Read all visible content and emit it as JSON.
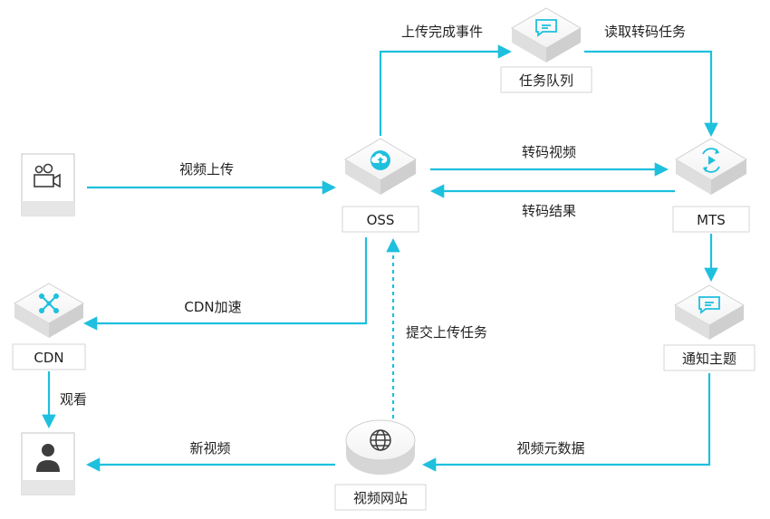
{
  "nodes": {
    "camera": {
      "icon": "video-camera-icon"
    },
    "oss": {
      "label": "OSS",
      "icon": "cloud-upload-icon"
    },
    "queue": {
      "label": "任务队列",
      "icon": "message-queue-icon"
    },
    "mts": {
      "label": "MTS",
      "icon": "transcode-refresh-icon"
    },
    "topic": {
      "label": "通知主题",
      "icon": "message-queue-icon"
    },
    "cdn": {
      "label": "CDN",
      "icon": "network-nodes-icon"
    },
    "website": {
      "label": "视频网站",
      "icon": "globe-icon"
    },
    "user": {
      "icon": "user-icon"
    }
  },
  "edges": {
    "upload_video": "视频上传",
    "upload_done_event": "上传完成事件",
    "read_task": "读取转码任务",
    "transcode_video": "转码视频",
    "transcode_result": "转码结果",
    "cdn_accel": "CDN加速",
    "submit_upload_task": "提交上传任务",
    "watch": "观看",
    "video_metadata": "视频元数据",
    "new_video": "新视频"
  },
  "colors": {
    "arrow": "#1ec0de",
    "node_face": "#ffffff",
    "node_side": "#dcdcdc",
    "icon_accent": "#1ec0de",
    "icon_dark": "#3d3d3d"
  }
}
